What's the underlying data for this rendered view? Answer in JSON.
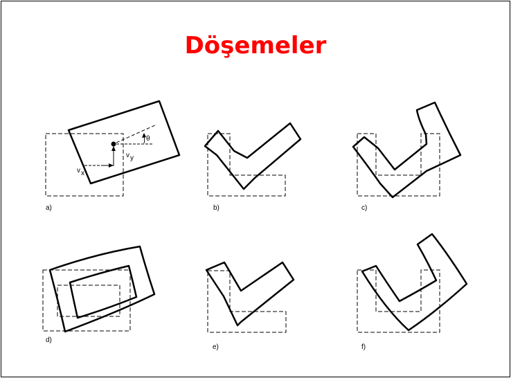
{
  "slide": {
    "title": "Döşemeler",
    "title_color": "#ff0000",
    "panels": [
      {
        "id": "a",
        "label": "a)"
      },
      {
        "id": "b",
        "label": "b)"
      },
      {
        "id": "c",
        "label": "c)"
      },
      {
        "id": "d",
        "label": "d)"
      },
      {
        "id": "e",
        "label": "e)"
      },
      {
        "id": "f",
        "label": "f)"
      }
    ],
    "symbols": {
      "theta": "θ",
      "vx": "v",
      "vx_sub": "x",
      "vy": "v",
      "vy_sub": "y"
    }
  }
}
